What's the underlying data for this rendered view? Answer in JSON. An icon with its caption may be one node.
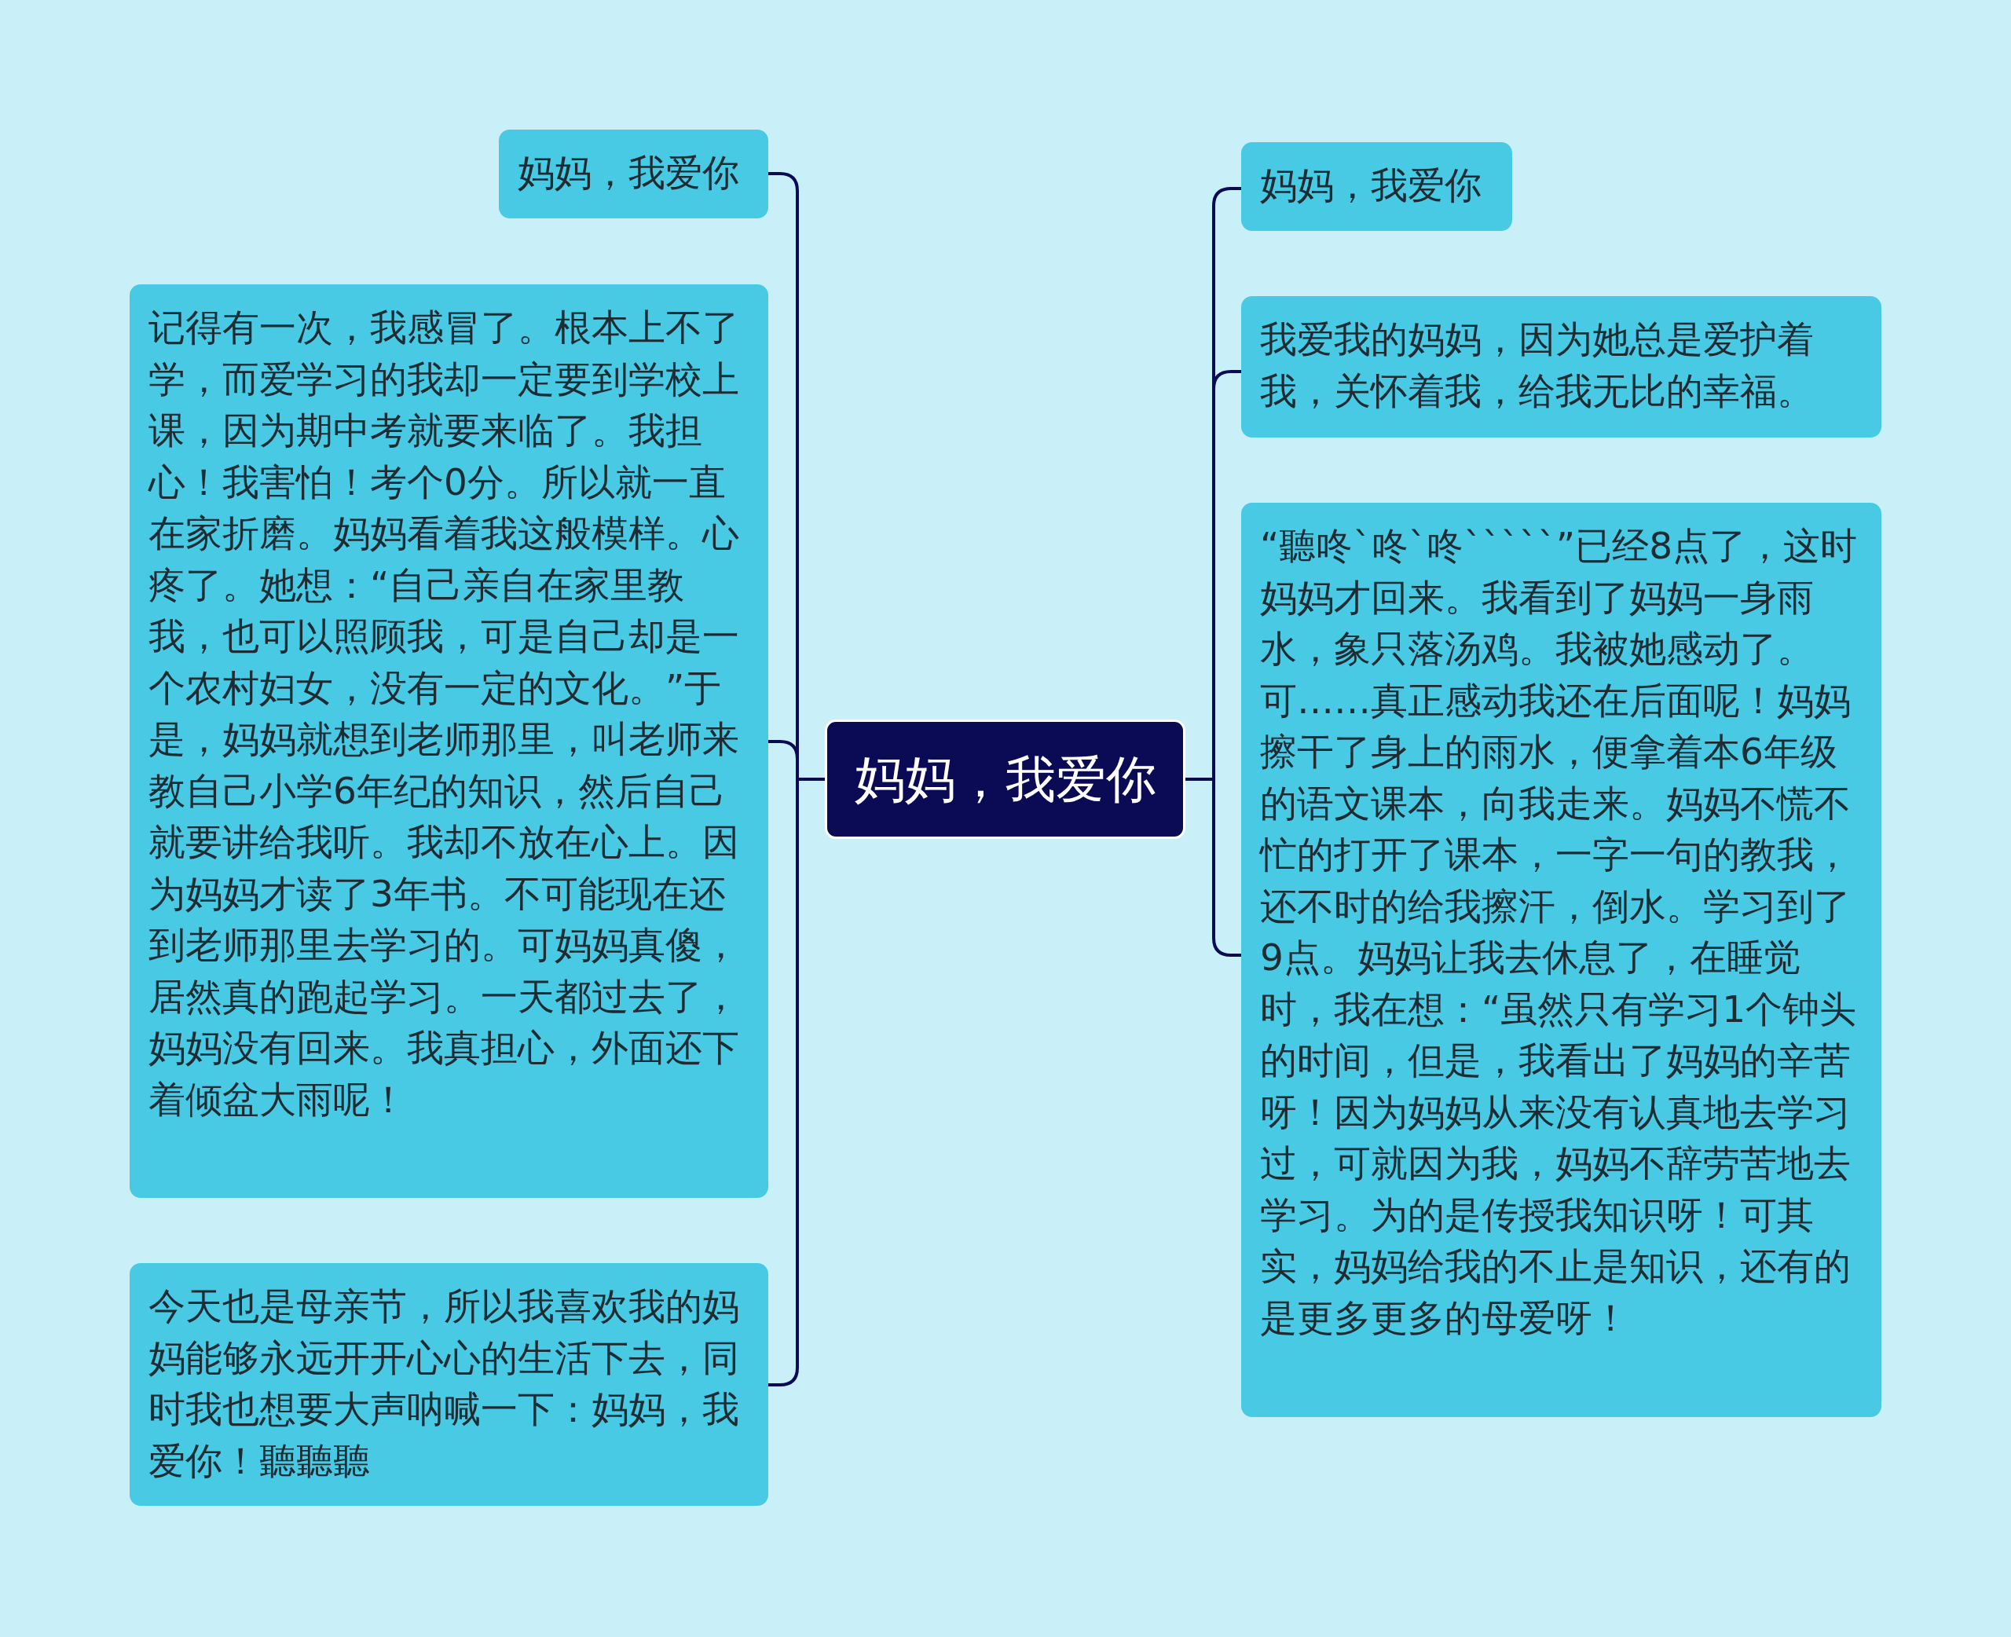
{
  "diagram": {
    "nodes": [
      {
        "text": [
          "妈妈，我爱你"
        ]
      },
      {
        "text": [
          "妈妈，我爱你"
        ]
      },
      {
        "text": [
          "记得有一次，我感冒了。根本上不了学，而爱学习的我却一定要到学校上课，因为期中考就要来临了。我担心！我害怕！考个0分。所以就一直在家折磨。妈妈看着我这般模样。心疼了。她想：“自己亲自在家里教我，也可以照顾我，可是自己却是一个农村妇女，没有一定的文化。”于是，妈妈就想到老师那里，叫老师来教自己小学6年纪的知识，然后自己就要讲给我听。我却不放在心上。因为妈妈才读了3年书。不可能现在还到老师那里去学习的。可妈妈真傻，居然真的跑起学习。一天都过去了，妈妈没有回来。我真担心，外面还下着倾盆大雨呢！"
        ]
      },
      {
        "text": [
          "今天也是母亲节，所以我喜欢我的妈妈能够永远开开心心的生活下去，同时我也想要大声呐喊一下：妈妈，我爱你！聽聽聽"
        ]
      },
      {
        "text": [
          "妈妈，我爱你"
        ]
      },
      {
        "text": [
          "我爱我的妈妈，因为她总是爱护着我，关怀着我，给我无比的幸福。"
        ]
      },
      {
        "text": [
          "“聽咚`咚`咚`````”已经8点了，这时妈妈才回来。我看到了妈妈一身雨水，象只落汤鸡。我被她感动了。可……真正感动我还在后面呢！妈妈擦干了身上的雨水，便拿着本6年级的语文课本，向我走来。妈妈不慌不忙的打开了课本，一字一句的教我，还不时的给我擦汗，倒水。学习到了9点。妈妈让我去休息了，在睡觉时，我在想：“虽然只有学习1个钟头的时间，但是，我看出了妈妈的辛苦呀！因为妈妈从来没有认真地去学习过，可就因为我，妈妈不辞劳苦地去学习。为的是传授我知识呀！可其实，妈妈给我的不止是知识，还有的是更多更多的母爱呀！"
        ]
      }
    ],
    "edges": [
      {
        "from": 0,
        "to": 1,
        "arrow": "none"
      },
      {
        "from": 0,
        "to": 2,
        "arrow": "none"
      },
      {
        "from": 0,
        "to": 3,
        "arrow": "none"
      },
      {
        "from": 0,
        "to": 4,
        "arrow": "none"
      },
      {
        "from": 0,
        "to": 5,
        "arrow": "none"
      },
      {
        "from": 0,
        "to": 6,
        "arrow": "none"
      }
    ]
  }
}
